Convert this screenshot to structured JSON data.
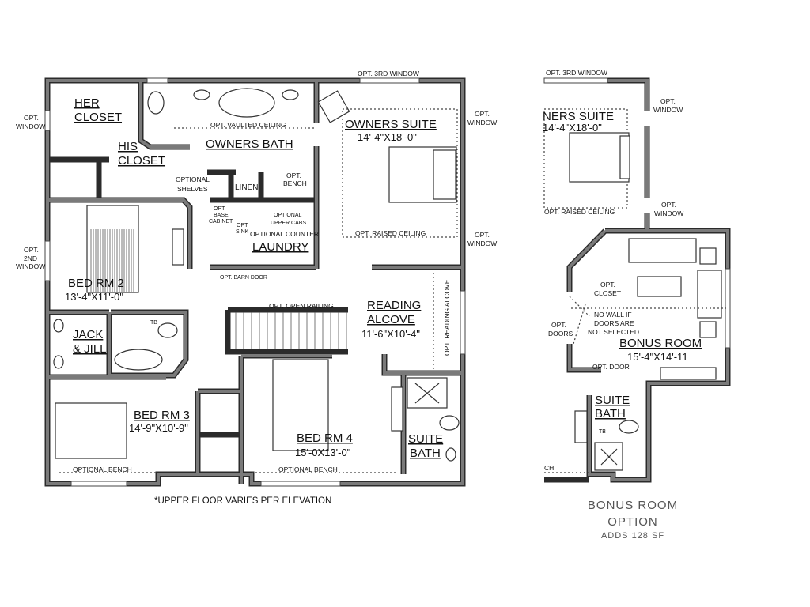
{
  "main_plan": {
    "rooms": {
      "her_closet": [
        "HER",
        "CLOSET"
      ],
      "his_closet": [
        "HIS",
        "CLOSET"
      ],
      "owners_bath": "OWNERS BATH",
      "owners_suite": {
        "name": "OWNERS SUITE",
        "size": "14'-4\"X18'-0\""
      },
      "linen": "LINEN",
      "laundry": "LAUNDRY",
      "bed_rm_2": {
        "name": "BED RM 2",
        "size": "13'-4\"X11'-0\""
      },
      "jack_jill": [
        "JACK",
        "& JILL"
      ],
      "reading_alcove": {
        "name": [
          "READING",
          "ALCOVE"
        ],
        "size": "11'-6\"X10'-4\""
      },
      "bed_rm_3": {
        "name": "BED RM 3",
        "size": "14'-9\"X10'-9\""
      },
      "bed_rm_4": {
        "name": "BED RM 4",
        "size": "15'-0X13'-0\""
      },
      "suite_bath": [
        "SUITE",
        "BATH"
      ]
    },
    "notes": {
      "opt_window_left": [
        "OPT.",
        "WINDOW"
      ],
      "opt_2nd_window": [
        "OPT.",
        "2ND",
        "WINDOW"
      ],
      "opt_3rd_window": "OPT. 3RD WINDOW",
      "opt_window_right_top": [
        "OPT.",
        "WINDOW"
      ],
      "opt_window_right_bottom": [
        "OPT.",
        "WINDOW"
      ],
      "opt_vaulted_ceiling": "OPT. VAULTED CEILING",
      "opt_bench": [
        "OPT.",
        "BENCH"
      ],
      "optional_shelves": [
        "OPTIONAL",
        "SHELVES"
      ],
      "opt_base_cabinet": [
        "OPT.",
        "BASE",
        "CABINET"
      ],
      "opt_sink": [
        "OPT.",
        "SINK"
      ],
      "optional_upper_cabs": [
        "OPTIONAL",
        "UPPER CABS."
      ],
      "optional_counter": "OPTIONAL COUNTER",
      "opt_raised_ceiling": "OPT. RAISED CEILING",
      "opt_barn_door": "OPT. BARN DOOR",
      "opt_open_railing": "OPT. OPEN RAILING",
      "opt_reading_alcove": "OPT. READING ALCOVE",
      "tb": "TB",
      "optional_bench_left": "OPTIONAL BENCH",
      "optional_bench_right": "OPTIONAL BENCH",
      "footnote": "*UPPER FLOOR VARIES PER ELEVATION"
    }
  },
  "bonus_plan": {
    "opt_3rd_window": "OPT. 3RD WINDOW",
    "owners_suite": {
      "name": "NERS SUITE",
      "size": "14'-4\"X18'-0\""
    },
    "opt_raised_ceiling": "OPT. RAISED CEILING",
    "opt_window_top": [
      "OPT.",
      "WINDOW"
    ],
    "opt_window_bottom": [
      "OPT.",
      "WINDOW"
    ],
    "opt_closet": [
      "OPT.",
      "CLOSET"
    ],
    "opt_doors": [
      "OPT.",
      "DOORS"
    ],
    "no_wall_note": [
      "NO WALL IF",
      "DOORS ARE",
      "NOT SELECTED"
    ],
    "bonus_room": {
      "name": "BONUS ROOM",
      "size": "15'-4\"X14'-11"
    },
    "opt_door": "OPT. DOOR",
    "suite_bath": [
      "SUITE",
      "BATH"
    ],
    "tb": "TB",
    "bench_fragment": "CH",
    "caption": {
      "title": [
        "BONUS ROOM",
        "OPTION"
      ],
      "subtitle": "ADDS 128 SF"
    }
  },
  "colors": {
    "wall": "#2b2b2b",
    "wall_fill": "#7a7a7a",
    "caption": "#555555"
  }
}
